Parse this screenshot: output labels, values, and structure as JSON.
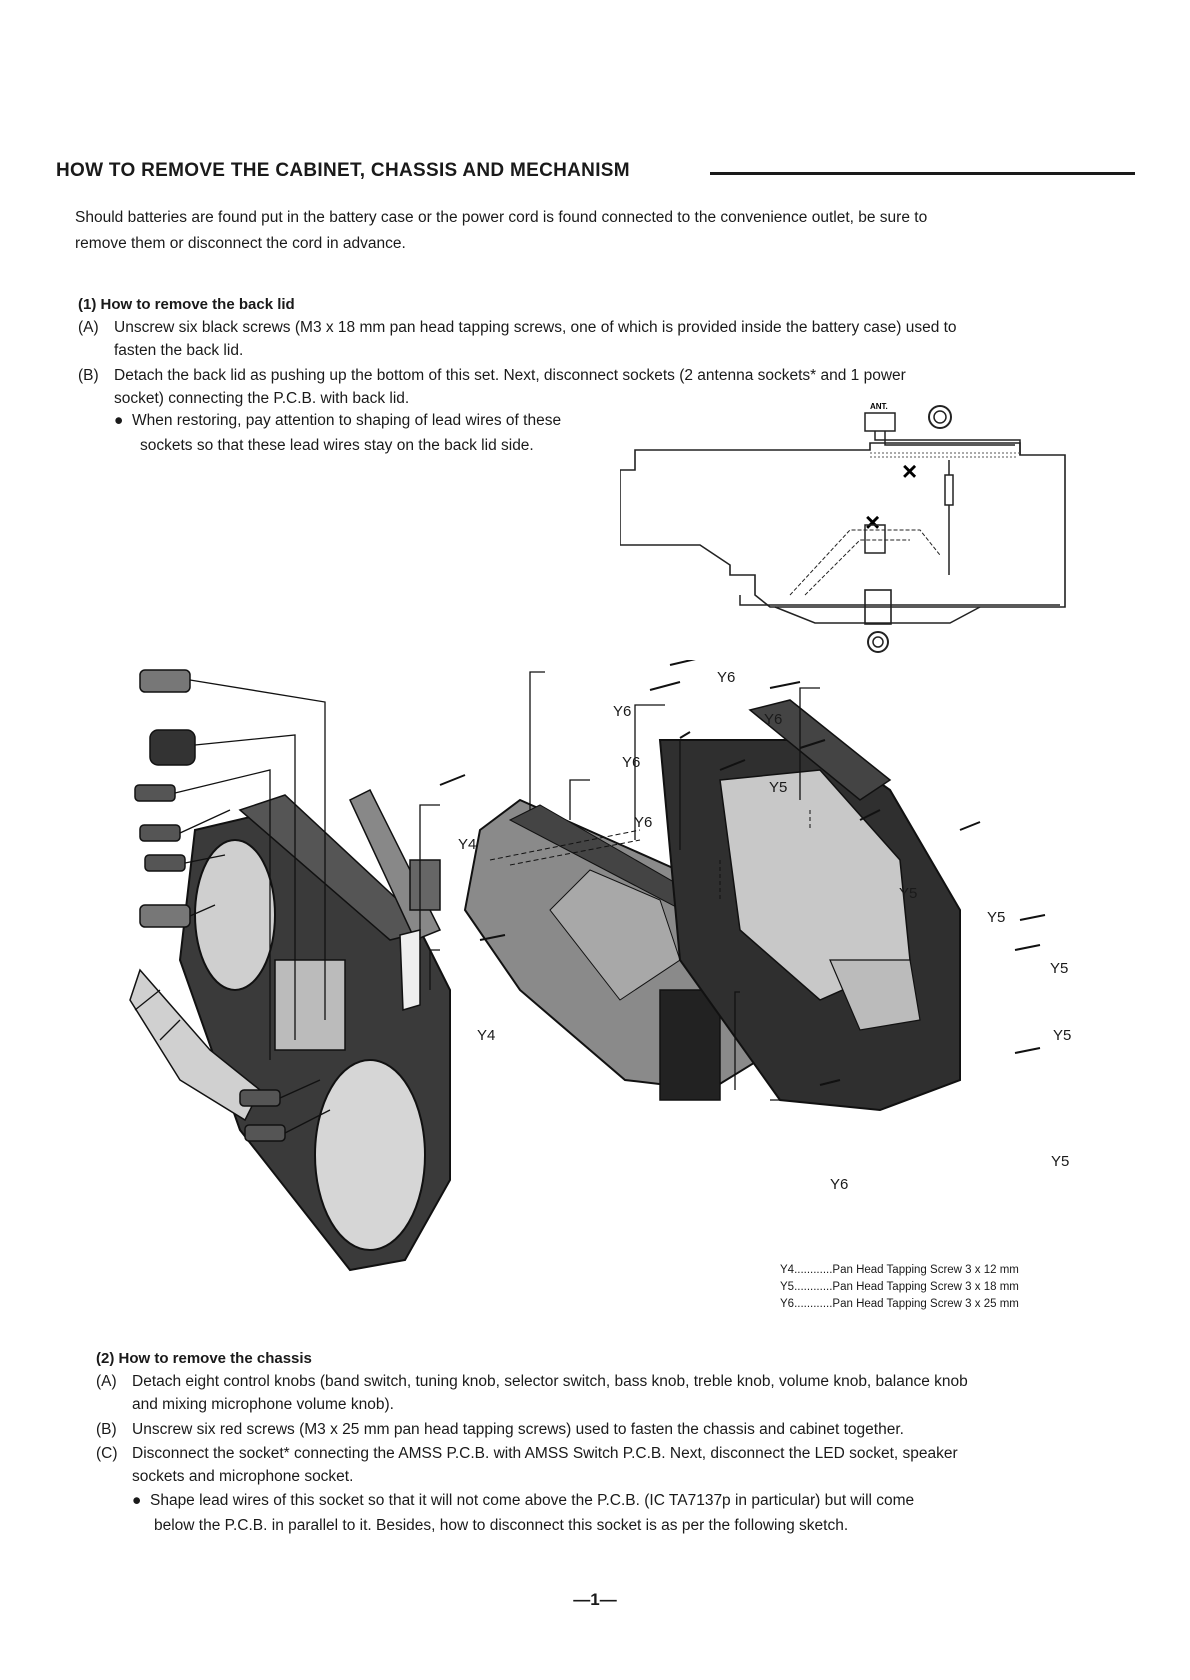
{
  "heading": "HOW TO REMOVE THE CABINET, CHASSIS AND MECHANISM",
  "intro": [
    "Should batteries are found put in the battery case or the power cord is found connected to the convenience outlet, be sure to",
    "remove them or disconnect the cord in advance."
  ],
  "section1": {
    "title": "(1)  How to remove the back lid",
    "a_label": "(A)",
    "a_lines": [
      "Unscrew six black screws (M3 x 18 mm pan head tapping screws, one of which is provided inside the battery case) used to",
      "fasten the back lid."
    ],
    "b_label": "(B)",
    "b_lines": [
      "Detach the back lid as pushing up the bottom of this set. Next, disconnect sockets (2 antenna sockets* and 1 power",
      "socket) connecting the P.C.B. with back lid."
    ],
    "bullet_lines": [
      "When restoring, pay attention to shaping of lead wires of these",
      "sockets so that these lead wires stay on the back lid side."
    ]
  },
  "sketch_label": "ANT.",
  "callouts": {
    "y6_top": "Y6",
    "y6_a": "Y6",
    "y6_b": "Y6",
    "y6_c": "Y6",
    "y6_d": "Y6",
    "y6_bottom": "Y6",
    "y4_top": "Y4",
    "y4_bottom": "Y4",
    "y5_a": "Y5",
    "y5_b": "Y5",
    "y5_c": "Y5",
    "y5_d": "Y5",
    "y5_e": "Y5",
    "y5_f": "Y5"
  },
  "legend": [
    "Y4............Pan Head Tapping Screw 3 x 12 mm",
    "Y5............Pan Head Tapping Screw 3 x 18 mm",
    "Y6............Pan Head Tapping Screw 3 x 25 mm"
  ],
  "section2": {
    "title": "(2)  How to remove the chassis",
    "a_label": "(A)",
    "a_lines": [
      "Detach eight control knobs (band switch, tuning knob, selector switch, bass knob, treble knob, volume knob, balance knob",
      "and mixing microphone volume knob)."
    ],
    "b_label": "(B)",
    "b_lines": [
      "Unscrew six red screws (M3 x 25 mm pan head tapping screws) used to fasten the chassis and cabinet together."
    ],
    "c_label": "(C)",
    "c_lines": [
      "Disconnect the socket* connecting the AMSS P.C.B. with AMSS Switch P.C.B. Next, disconnect the LED socket, speaker",
      "sockets and microphone socket."
    ],
    "bullet_lines": [
      "Shape lead wires of this socket so that it will not come above the P.C.B. (IC TA7137p in particular) but will come",
      "below the P.C.B. in parallel to it. Besides, how to disconnect this socket is as per the following sketch."
    ]
  },
  "page_number": "—1—"
}
